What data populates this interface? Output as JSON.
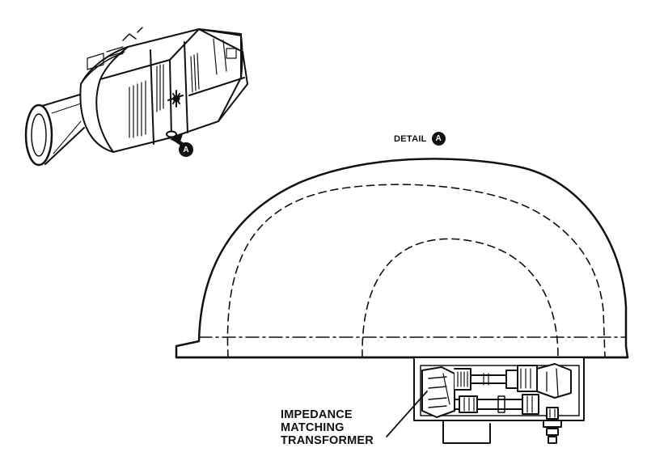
{
  "detail": {
    "title": "DETAIL",
    "marker": "A"
  },
  "spacecraft": {
    "callout_marker": "A"
  },
  "component_label": {
    "lines": [
      "IMPEDANCE",
      "MATCHING",
      "TRANSFORMER"
    ]
  },
  "colors": {
    "ink": "#111111",
    "paper": "#ffffff"
  }
}
